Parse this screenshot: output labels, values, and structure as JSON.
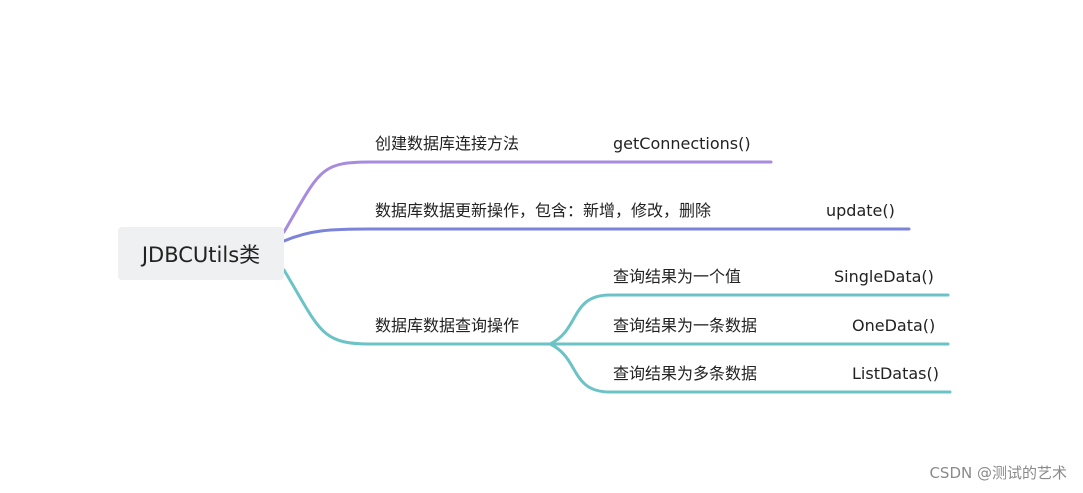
{
  "mindmap": {
    "root": {
      "label": "JDBCUtils类"
    },
    "branches": [
      {
        "label": "创建数据库连接方法",
        "method": "getConnections()",
        "color": "#a78bdf"
      },
      {
        "label": "数据库数据更新操作，包含：新增，修改，删除",
        "method": "update()",
        "color": "#7b84d9"
      },
      {
        "label": "数据库数据查询操作",
        "color": "#6cc3c6",
        "children": [
          {
            "label": "查询结果为一个值",
            "method": "SingleData()"
          },
          {
            "label": "查询结果为一条数据",
            "method": "OneData()"
          },
          {
            "label": "查询结果为多条数据",
            "method": "ListDatas()"
          }
        ]
      }
    ]
  },
  "watermark": "CSDN @测试的艺术"
}
